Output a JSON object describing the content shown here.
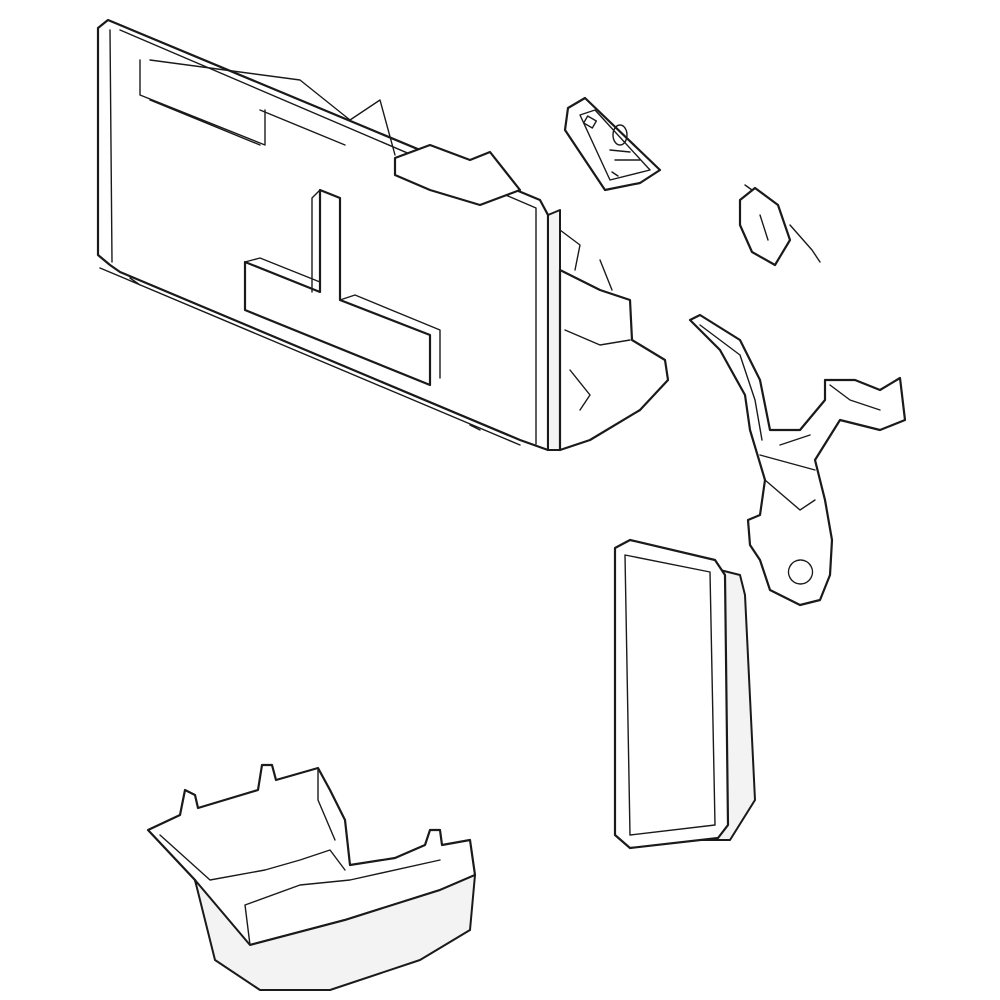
{
  "diagram": {
    "type": "exploded-parts-drawing",
    "line_color": "#1a1a1a",
    "background": "#ffffff",
    "parts": [
      {
        "name": "dispenser-housing"
      },
      {
        "name": "control-board"
      },
      {
        "name": "switch"
      },
      {
        "name": "dispenser-lever-bracket"
      },
      {
        "name": "dispenser-pad"
      },
      {
        "name": "drip-tray"
      }
    ]
  }
}
